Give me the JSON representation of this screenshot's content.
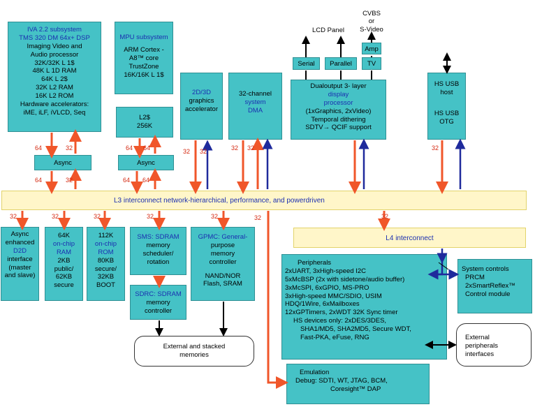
{
  "iva": {
    "title1": "IVA 2.2 subsystem",
    "title2": "TMS 320 DM 64x+ DSP",
    "lines": [
      "Imaging Video and",
      "Audio processor",
      "32K/32K L 1$",
      "48K L 1D RAM",
      "64K L 2$",
      "32K L2 RAM",
      "16K L2 ROM",
      "Hardware accelerators:",
      "iME, iLF, iVLCD, Seq"
    ]
  },
  "mpu": {
    "title": "MPU subsystem",
    "lines": [
      "ARM Cortex  -",
      "A8™ core",
      "TrustZone",
      "16K/16K L 1$"
    ]
  },
  "l2cache": {
    "line1": "L2$",
    "line2": "256K"
  },
  "async1": "Async",
  "async2": "Async",
  "gfx2d3d": {
    "title": "2D/3D",
    "lines": [
      "graphics",
      "accelerator"
    ]
  },
  "dma": {
    "line1": "32-channel",
    "title1": "system",
    "title2": "DMA"
  },
  "display": {
    "line1": "Dualoutput 3- layer",
    "title1": "display",
    "title2": "processor",
    "lines": [
      "(1xGraphics, 2xVideo)",
      "Temporal dithering",
      "SDTV→ QCIF support"
    ]
  },
  "video_out": {
    "serial": "Serial",
    "parallel": "Parallel",
    "tv": "TV",
    "amp": "Amp",
    "lcd_panel": "LCD Panel",
    "cvbs": [
      "CVBS",
      "or",
      "S-Video"
    ]
  },
  "usb": {
    "lines1": [
      "HS USB",
      "host"
    ],
    "lines2": [
      "HS USB",
      "OTG"
    ]
  },
  "l3_label": "L3 interconnect network-hierarchical, performance, and powerdriven",
  "l4_label": "L4 interconnect",
  "d2d": {
    "line1": "Async",
    "line2": "enhanced",
    "title": "D2D",
    "lines": [
      "interface",
      "(master",
      "and slave)"
    ]
  },
  "onchip_ram": {
    "line1": "64K",
    "title1": "on-chip",
    "title2": "RAM",
    "lines": [
      "2KB",
      "public/",
      "62KB",
      "secure"
    ]
  },
  "onchip_rom": {
    "line1": "112K",
    "title1": "on-chip",
    "title2": "ROM",
    "lines": [
      "80KB",
      "secure/",
      "32KB",
      "BOOT"
    ]
  },
  "sms": {
    "title": "SMS: SDRAM",
    "lines": [
      "memory",
      "scheduler/",
      "rotation"
    ]
  },
  "sdrc": {
    "title": "SDRC: SDRAM",
    "lines": [
      "memory",
      "controller"
    ]
  },
  "gpmc": {
    "title1": "GPMC: General-",
    "lines": [
      "purpose",
      "memory",
      "controller",
      "",
      "NAND/NOR",
      "Flash, SRAM"
    ]
  },
  "ext_memories": [
    "External and stacked",
    "memories"
  ],
  "peripherals": {
    "title": "Peripherals",
    "lines": [
      "2xUART, 3xHigh-speed I2C",
      "5xMcBSP (2x with sidetone/audio buffer)",
      "3xMcSPI, 6xGPIO, MS-PRO",
      "3xHigh-speed  MMC/SDIO, USIM",
      "HDQ/1Wire, 6xMailboxes",
      "12xGPTimers, 2xWDT 32K Sync timer",
      "HS devices only: 2xDES/3DES,",
      "SHA1/MD5, SHA2MD5, Secure WDT,",
      "Fast-PKA, eFuse, RNG"
    ]
  },
  "system_controls": {
    "lines": [
      "System controls",
      "PRCM",
      "2xSmartReflex™",
      "Control module"
    ]
  },
  "ext_periph": [
    "External",
    "peripherals",
    "interfaces"
  ],
  "emulation": {
    "title": "Emulation",
    "lines": [
      "Debug: SDTI, WT, JTAG, BCM,",
      "Coresight™ DAP"
    ]
  },
  "bus_labels": {
    "w64": "64",
    "w32": "32"
  },
  "colors": {
    "box": "#45c2c6",
    "bar": "#fff6c9",
    "arrow_orange": "#f0562a",
    "arrow_blue": "#1f2a9c",
    "title_blue": "#1b2fb0"
  }
}
